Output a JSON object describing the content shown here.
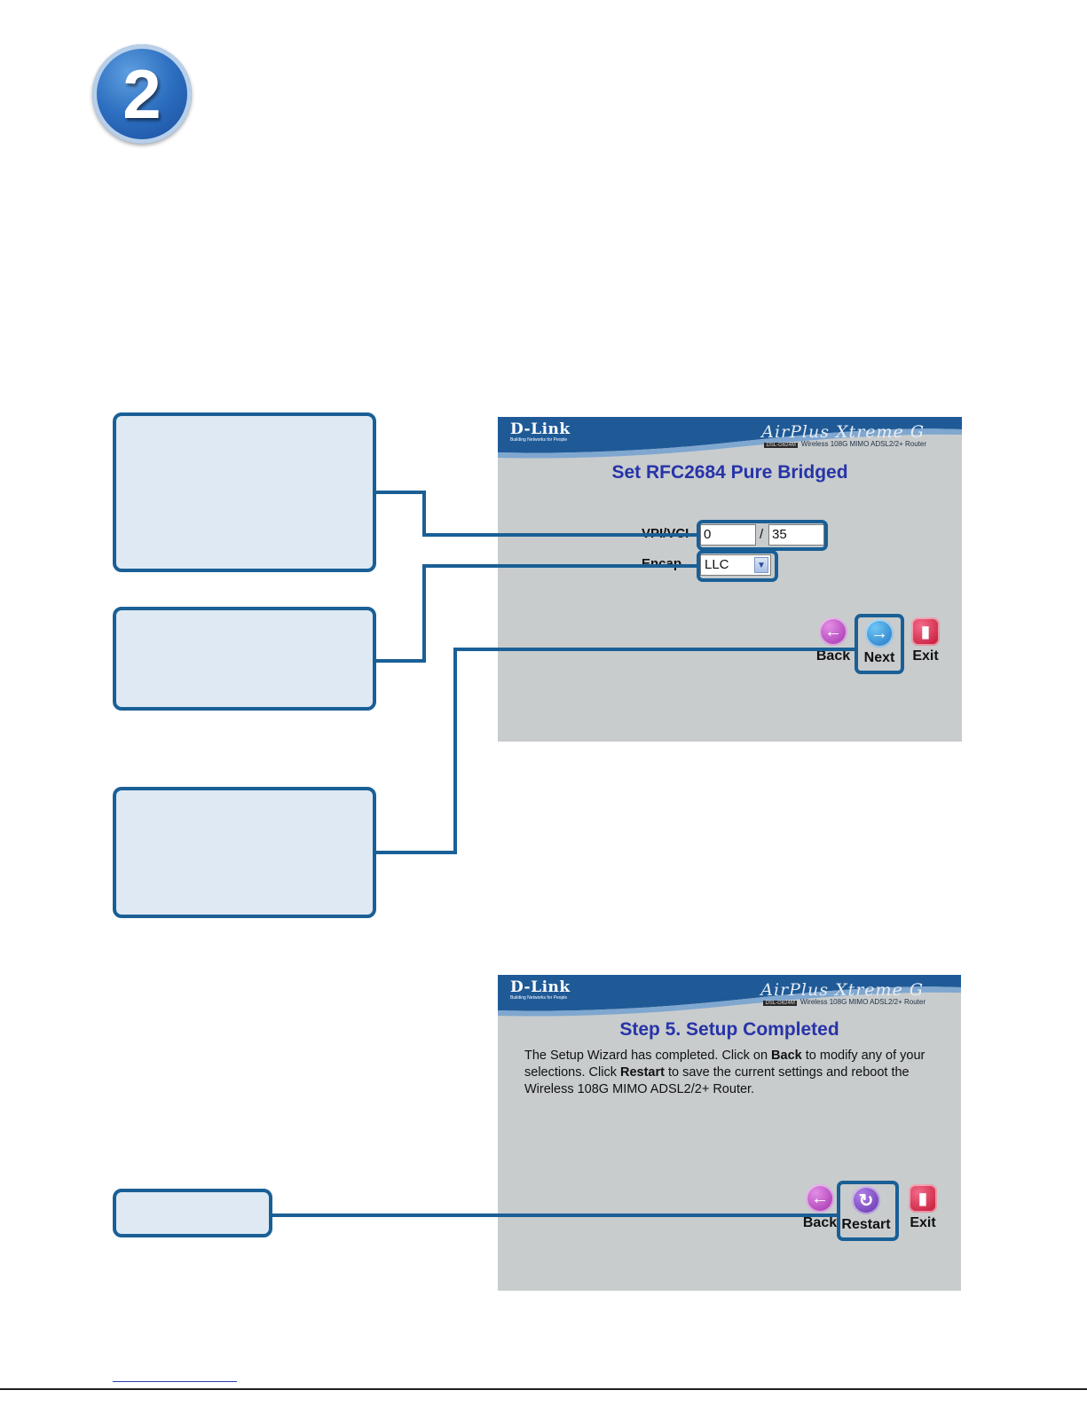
{
  "step": {
    "number": "2"
  },
  "callouts": [
    "vpi-vci",
    "encap",
    "next",
    "restart"
  ],
  "panel1": {
    "brand": "D-Link",
    "tagline": "Building Networks for People",
    "product": "AirPlus Xtreme G",
    "model": "DSL-G624M",
    "subtitle": "Wireless 108G MIMO ADSL2/2+ Router",
    "title": "Set RFC2684 Pure Bridged",
    "vpi_vci_label": "VPI/VCI",
    "vpi_value": "0",
    "slash": "/",
    "vci_value": "35",
    "encap_label": "Encap.",
    "encap_value": "LLC",
    "buttons": {
      "back": "Back",
      "next": "Next",
      "exit": "Exit"
    }
  },
  "panel2": {
    "brand": "D-Link",
    "tagline": "Building Networks for People",
    "product": "AirPlus Xtreme G",
    "model": "DSL-G624M",
    "subtitle": "Wireless 108G MIMO ADSL2/2+ Router",
    "title": "Step 5. Setup Completed",
    "body": {
      "t1": "The Setup Wizard has completed. Click on ",
      "b1": "Back",
      "t2": " to modify any of your selections. Click ",
      "b2": "Restart",
      "t3": " to save the current settings and reboot the Wireless 108G MIMO ADSL2/2+ Router."
    },
    "buttons": {
      "back": "Back",
      "restart": "Restart",
      "exit": "Exit"
    }
  },
  "colors": {
    "callout_border": "#1a5f96",
    "callout_fill": "#dfe9f3",
    "panel_bg": "#c8cccd",
    "banner": "#1f5a97",
    "title": "#2733a8"
  },
  "icons": [
    "back-arrow-icon",
    "next-arrow-icon",
    "restart-icon",
    "exit-door-icon"
  ]
}
